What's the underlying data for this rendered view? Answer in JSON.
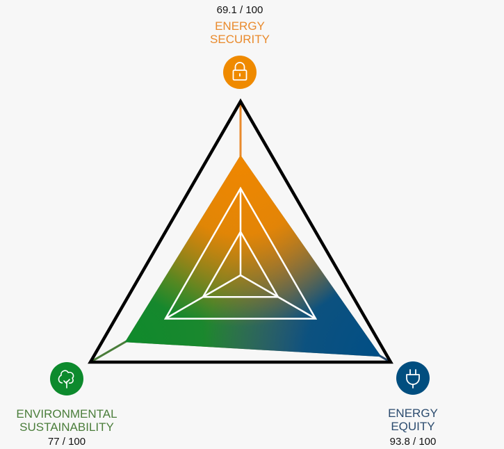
{
  "chart_data": {
    "type": "radar",
    "scale_max": 100,
    "grid_levels": [
      50,
      100
    ],
    "dimensions": [
      {
        "key": "security",
        "label_lines": [
          "ENERGY",
          "SECURITY"
        ],
        "score": 69.1,
        "score_text": "69.1 / 100",
        "color": "#e98a2c",
        "icon": "lock-icon"
      },
      {
        "key": "equity",
        "label_lines": [
          "ENERGY",
          "EQUITY"
        ],
        "score": 93.8,
        "score_text": "93.8 / 100",
        "color": "#2b4b6e",
        "icon": "plug-icon"
      },
      {
        "key": "sustainability",
        "label_lines": [
          "ENVIRONMENTAL",
          "SUSTAINABILITY"
        ],
        "score": 77,
        "score_text": "77 / 100",
        "color": "#4a7d3a",
        "icon": "tree-icon"
      }
    ],
    "fill_colors": {
      "security": "#ef8700",
      "equity": "#004e86",
      "sustainability": "#0f8a2c"
    },
    "icon_colors": {
      "security": "#ef8a00",
      "equity": "#014e7f",
      "sustainability": "#0d8a2d"
    }
  }
}
